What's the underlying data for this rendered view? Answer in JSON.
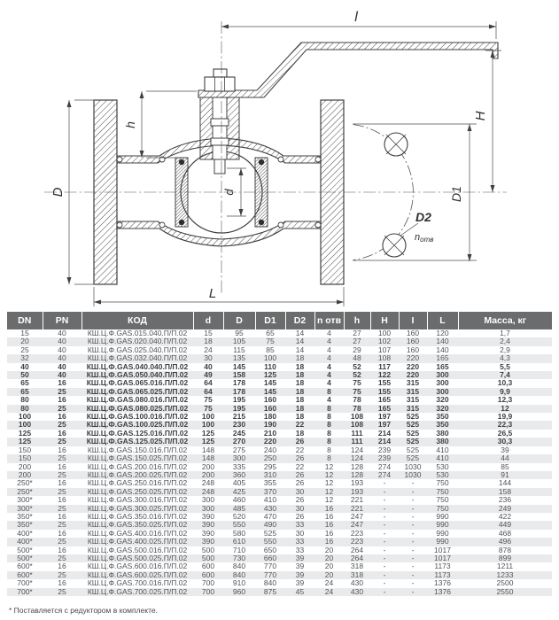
{
  "drawing": {
    "labels": {
      "l": "l",
      "D": "D",
      "h": "h",
      "d": "d",
      "L": "L",
      "H": "H",
      "D1": "D1",
      "D2": "D2",
      "n_otv_base": "n",
      "n_otv_sub": "отв"
    }
  },
  "table": {
    "columns": [
      "DN",
      "PN",
      "КОД",
      "d",
      "D",
      "D1",
      "D2",
      "n отв",
      "h",
      "H",
      "I",
      "L",
      "Масса, кг"
    ],
    "bold_row_indices": [
      4,
      5,
      6,
      7,
      8,
      9,
      10,
      11,
      12,
      13
    ],
    "rows": [
      [
        "15",
        "40",
        "КШ.Ц.Ф.GAS.015.040.П/П.02",
        "15",
        "95",
        "65",
        "14",
        "4",
        "27",
        "100",
        "160",
        "120",
        "1,7"
      ],
      [
        "20",
        "40",
        "КШ.Ц.Ф.GAS.020.040.П/П.02",
        "18",
        "105",
        "75",
        "14",
        "4",
        "27",
        "102",
        "160",
        "140",
        "2,4"
      ],
      [
        "25",
        "40",
        "КШ.Ц.Ф.GAS.025.040.П/П.02",
        "24",
        "115",
        "85",
        "14",
        "4",
        "29",
        "107",
        "160",
        "140",
        "2,9"
      ],
      [
        "32",
        "40",
        "КШ.Ц.Ф.GAS.032.040.П/П.02",
        "30",
        "135",
        "100",
        "18",
        "4",
        "48",
        "108",
        "220",
        "165",
        "4,3"
      ],
      [
        "40",
        "40",
        "КШ.Ц.Ф.GAS.040.040.П/П.02",
        "40",
        "145",
        "110",
        "18",
        "4",
        "52",
        "117",
        "220",
        "165",
        "5,5"
      ],
      [
        "50",
        "40",
        "КШ.Ц.Ф.GAS.050.040.П/П.02",
        "49",
        "158",
        "125",
        "18",
        "4",
        "52",
        "122",
        "220",
        "300",
        "7,4"
      ],
      [
        "65",
        "16",
        "КШ.Ц.Ф.GAS.065.016.П/П.02",
        "64",
        "178",
        "145",
        "18",
        "4",
        "75",
        "155",
        "315",
        "300",
        "10,3"
      ],
      [
        "65",
        "25",
        "КШ.Ц.Ф.GAS.065.025.П/П.02",
        "64",
        "178",
        "145",
        "18",
        "8",
        "75",
        "155",
        "315",
        "300",
        "9,9"
      ],
      [
        "80",
        "16",
        "КШ.Ц.Ф.GAS.080.016.П/П.02",
        "75",
        "195",
        "160",
        "18",
        "4",
        "78",
        "165",
        "315",
        "320",
        "12,3"
      ],
      [
        "80",
        "25",
        "КШ.Ц.Ф.GAS.080.025.П/П.02",
        "75",
        "195",
        "160",
        "18",
        "8",
        "78",
        "165",
        "315",
        "320",
        "12"
      ],
      [
        "100",
        "16",
        "КШ.Ц.Ф.GAS.100.016.П/П.02",
        "100",
        "215",
        "180",
        "18",
        "8",
        "108",
        "197",
        "525",
        "350",
        "19,9"
      ],
      [
        "100",
        "25",
        "КШ.Ц.Ф.GAS.100.025.П/П.02",
        "100",
        "230",
        "190",
        "22",
        "8",
        "108",
        "197",
        "525",
        "350",
        "22,3"
      ],
      [
        "125",
        "16",
        "КШ.Ц.Ф.GAS.125.016.П/П.02",
        "125",
        "245",
        "210",
        "18",
        "8",
        "111",
        "214",
        "525",
        "380",
        "26,5"
      ],
      [
        "125",
        "25",
        "КШ.Ц.Ф.GAS.125.025.П/П.02",
        "125",
        "270",
        "220",
        "26",
        "8",
        "111",
        "214",
        "525",
        "380",
        "30,3"
      ],
      [
        "150",
        "16",
        "КШ.Ц.Ф.GAS.150.016.П/П.02",
        "148",
        "275",
        "240",
        "22",
        "8",
        "124",
        "239",
        "525",
        "410",
        "39"
      ],
      [
        "150",
        "25",
        "КШ.Ц.Ф.GAS.150.025.П/П.02",
        "148",
        "300",
        "250",
        "26",
        "8",
        "124",
        "239",
        "525",
        "410",
        "44"
      ],
      [
        "200",
        "16",
        "КШ.Ц.Ф.GAS.200.016.П/П.02",
        "200",
        "335",
        "295",
        "22",
        "12",
        "128",
        "274",
        "1030",
        "530",
        "85"
      ],
      [
        "200",
        "25",
        "КШ.Ц.Ф.GAS.200.025.П/П.02",
        "200",
        "360",
        "310",
        "26",
        "12",
        "128",
        "274",
        "1030",
        "530",
        "91"
      ],
      [
        "250*",
        "16",
        "КШ.Ц.Ф.GAS.250.016.П/П.02",
        "248",
        "405",
        "355",
        "26",
        "12",
        "193",
        "-",
        "-",
        "750",
        "144"
      ],
      [
        "250*",
        "25",
        "КШ.Ц.Ф.GAS.250.025.П/П.02",
        "248",
        "425",
        "370",
        "30",
        "12",
        "193",
        "-",
        "-",
        "750",
        "158"
      ],
      [
        "300*",
        "16",
        "КШ.Ц.Ф.GAS.300.016.П/П.02",
        "300",
        "460",
        "410",
        "26",
        "12",
        "221",
        "-",
        "-",
        "750",
        "236"
      ],
      [
        "300*",
        "25",
        "КШ.Ц.Ф.GAS.300.025.П/П.02",
        "300",
        "485",
        "430",
        "30",
        "16",
        "221",
        "-",
        "-",
        "750",
        "249"
      ],
      [
        "350*",
        "16",
        "КШ.Ц.Ф.GAS.350.016.П/П.02",
        "390",
        "520",
        "470",
        "26",
        "16",
        "247",
        "-",
        "-",
        "990",
        "422"
      ],
      [
        "350*",
        "25",
        "КШ.Ц.Ф.GAS.350.025.П/П.02",
        "390",
        "550",
        "490",
        "33",
        "16",
        "247",
        "-",
        "-",
        "990",
        "449"
      ],
      [
        "400*",
        "16",
        "КШ.Ц.Ф.GAS.400.016.П/П.02",
        "390",
        "580",
        "525",
        "30",
        "16",
        "223",
        "-",
        "-",
        "990",
        "468"
      ],
      [
        "400*",
        "25",
        "КШ.Ц.Ф.GAS.400.025.П/П.02",
        "390",
        "610",
        "550",
        "33",
        "16",
        "223",
        "-",
        "-",
        "990",
        "496"
      ],
      [
        "500*",
        "16",
        "КШ.Ц.Ф.GAS.500.016.П/П.02",
        "500",
        "710",
        "650",
        "33",
        "20",
        "264",
        "-",
        "-",
        "1017",
        "878"
      ],
      [
        "500*",
        "25",
        "КШ.Ц.Ф.GAS.500.025.П/П.02",
        "500",
        "730",
        "660",
        "39",
        "20",
        "264",
        "-",
        "-",
        "1017",
        "899"
      ],
      [
        "600*",
        "16",
        "КШ.Ц.Ф.GAS.600.016.П/П.02",
        "600",
        "840",
        "770",
        "39",
        "20",
        "318",
        "-",
        "-",
        "1173",
        "1211"
      ],
      [
        "600*",
        "25",
        "КШ.Ц.Ф.GAS.600.025.П/П.02",
        "600",
        "840",
        "770",
        "39",
        "20",
        "318",
        "-",
        "-",
        "1173",
        "1233"
      ],
      [
        "700*",
        "16",
        "КШ.Ц.Ф.GAS.700.016.П/П.02",
        "700",
        "910",
        "840",
        "39",
        "24",
        "430",
        "-",
        "-",
        "1376",
        "2500"
      ],
      [
        "700*",
        "25",
        "КШ.Ц.Ф.GAS.700.025.П/П.02",
        "700",
        "960",
        "875",
        "45",
        "24",
        "430",
        "-",
        "-",
        "1376",
        "2550"
      ]
    ]
  },
  "footnote": "* Поставляется с редуктором в комплекте.",
  "colors": {
    "header_bg": "#6b6c6e",
    "stripe": "#e9eaeb",
    "cell_text": "#525356",
    "line": "#3f4042"
  }
}
